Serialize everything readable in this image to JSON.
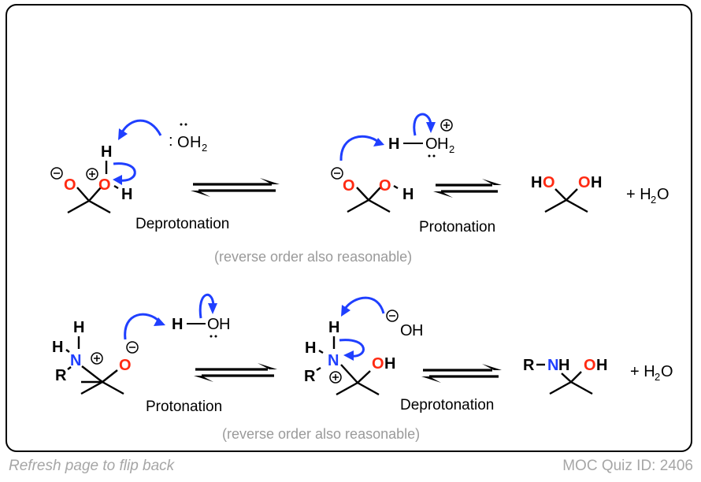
{
  "colors": {
    "oxygen": "#ff2a12",
    "nitrogen": "#1f3fff",
    "arrow": "#1f3fff",
    "note": "#9a9a9a",
    "footer": "#a6a6a6"
  },
  "scheme1": {
    "step1_label": "Deprotonation",
    "step2_label": "Protonation",
    "note": "(reverse order also reasonable)",
    "water_reagent": {
      "lone_pair": ":",
      "O": "O",
      "H2": "H",
      "sub": "2"
    },
    "product_plus": "+ H",
    "product_sub": "2",
    "product_O": "O"
  },
  "scheme2": {
    "step1_label": "Protonation",
    "step2_label": "Deprotonation",
    "note": "(reverse order also reasonable)",
    "product_plus": "+ H",
    "product_sub": "2",
    "product_O": "O"
  },
  "atoms": {
    "O": "O",
    "H": "H",
    "N": "N",
    "R": "R",
    "HO": "H",
    "OH_H": "H"
  },
  "footer": {
    "left": "Refresh page to flip back",
    "right": "MOC Quiz ID: 2406"
  }
}
